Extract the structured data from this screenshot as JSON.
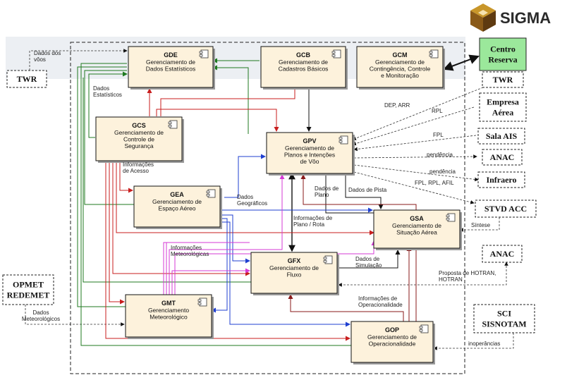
{
  "brand": {
    "name": "SIGMA"
  },
  "modules": {
    "gde": {
      "code": "GDE",
      "name": [
        "Gerenciamento de",
        "Dados Estatísticos"
      ]
    },
    "gcb": {
      "code": "GCB",
      "name": [
        "Gerenciamento de",
        "Cadastros Básicos"
      ]
    },
    "gcm": {
      "code": "GCM",
      "name": [
        "Gerenciamento de",
        "Contingência, Controle",
        "e Monitoração"
      ]
    },
    "gcs": {
      "code": "GCS",
      "name": [
        "Gerenciamento de",
        "Controle de",
        "Segurança"
      ]
    },
    "gpv": {
      "code": "GPV",
      "name": [
        "Gerenciamento de",
        "Planos e Intenções",
        "de Vôo"
      ]
    },
    "gea": {
      "code": "GEA",
      "name": [
        "Gerenciamento de",
        "Espaço Aéreo"
      ]
    },
    "gsa": {
      "code": "GSA",
      "name": [
        "Gerenciamento de",
        "Situação Aérea"
      ]
    },
    "gfx": {
      "code": "GFX",
      "name": [
        "Gerenciamento de",
        "Fluxo"
      ]
    },
    "gmt": {
      "code": "GMT",
      "name": [
        "Gerenciamento",
        "Meteorológico"
      ]
    },
    "gop": {
      "code": "GOP",
      "name": [
        "Gerenciamento de",
        "Operacionalidade"
      ]
    }
  },
  "externals": {
    "centro_reserva": [
      "Centro",
      "Reserva"
    ],
    "twr_left": [
      "TWR"
    ],
    "twr_right": [
      "TWR"
    ],
    "empresa_aerea": [
      "Empresa",
      "Aérea"
    ],
    "sala_ais": [
      "Sala AIS"
    ],
    "anac_top": [
      "ANAC"
    ],
    "infraero": [
      "Infraero"
    ],
    "stvd_acc": [
      "STVD ACC"
    ],
    "anac_bottom": [
      "ANAC"
    ],
    "opmet": [
      "OPMET",
      "REDEMET"
    ],
    "sci": [
      "SCI",
      "SISNOTAM"
    ]
  },
  "flow_labels": {
    "dados_voos": [
      "Dados dos",
      "vôos"
    ],
    "dados_estatisticos": [
      "Dados",
      "Estatísticos"
    ],
    "info_acesso": [
      "Informações",
      "de Acesso"
    ],
    "dados_geograficos": [
      "Dados",
      "Geográficos"
    ],
    "info_meteo": [
      "Informações",
      "Meteorológicas"
    ],
    "dados_meteo": [
      "Dados",
      "Meteorológicos"
    ],
    "dep_arr": [
      "DEP, ARR"
    ],
    "rpl": [
      "RPL"
    ],
    "fpl": [
      "FPL"
    ],
    "pendencia_1": [
      "pendência"
    ],
    "pendencia_2": [
      "pendência"
    ],
    "fpl_rpl_afil": [
      "FPL, RPL, AFIL"
    ],
    "dados_plano": [
      "Dados de",
      "Plano"
    ],
    "dados_pista": [
      "Dados de Pista"
    ],
    "info_plano_rota": [
      "Informações de",
      "Plano / Rota"
    ],
    "sintese": [
      "Síntese"
    ],
    "dados_simulacao": [
      "Dados de",
      "Simulação"
    ],
    "proposta_hotran": [
      "Proposta de HOTRAN,",
      "HOTRAN"
    ],
    "info_operacionalidade": [
      "Informações de",
      "Operacionalidade"
    ],
    "inoperancias": [
      "inoperâncias"
    ]
  },
  "colors": {
    "module_fill": "#fdf2dc",
    "module_border": "#111111",
    "green_flow": "#1f7a1f",
    "red_flow": "#c81e1e",
    "blue_flow": "#1f3fd0",
    "magenta_flow": "#d63ad6",
    "dark_red_flow": "#8a1a1a",
    "centro_fill": "#9be89b",
    "logo_gold": "#c8962a",
    "logo_dark": "#7a4a12"
  }
}
